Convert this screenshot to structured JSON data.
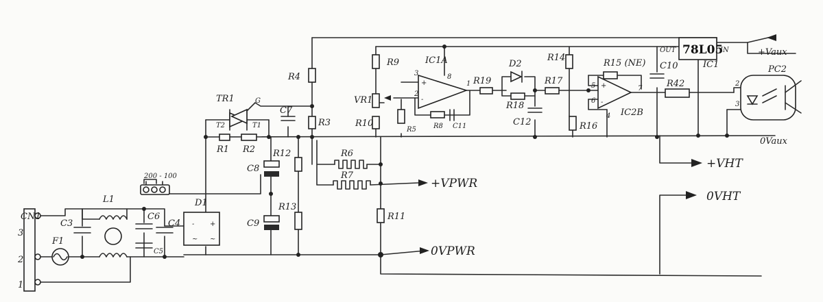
{
  "regulator": {
    "part": "78L05",
    "in_label": "IN",
    "out_label": "OUT",
    "ic_ref": "IC1"
  },
  "connector": {
    "ref": "CN1",
    "pins": [
      "3",
      "2",
      "1"
    ]
  },
  "jumper": {
    "label": "200 - 100"
  },
  "triac": {
    "ref": "TR1",
    "t1": "T1",
    "t2": "T2",
    "gate": "G"
  },
  "rectifier": {
    "ref": "D1"
  },
  "opamps": {
    "a": "IC1A",
    "b": "IC2B"
  },
  "optocoupler": {
    "ref": "PC2"
  },
  "resistors": {
    "r1": "R1",
    "r2": "R2",
    "r3": "R3",
    "r4": "R4",
    "r5": "R5",
    "r6": "R6",
    "r7": "R7",
    "r8": "R8",
    "r9": "R9",
    "r10": "R10",
    "r11": "R11",
    "r12": "R12",
    "r13": "R13",
    "r14": "R14",
    "r15": "R15 (NE)",
    "r16": "R16",
    "r17": "R17",
    "r18": "R18",
    "r19": "R19",
    "r42": "R42",
    "vr1": "VR1"
  },
  "capacitors": {
    "c3": "C3",
    "c4": "C4",
    "c5": "C5",
    "c6": "C6",
    "c7": "C7",
    "c8": "C8",
    "c9": "C9",
    "c10": "C10",
    "c11": "C11",
    "c12": "C12"
  },
  "misc": {
    "l1": "L1",
    "f1": "F1",
    "d2": "D2"
  },
  "pins": {
    "ic1a_3": "3",
    "ic1a_2": "2",
    "ic1a_8": "8",
    "ic1a_1": "1",
    "ic2b_5": "5",
    "ic2b_6": "6",
    "ic2b_7": "7",
    "ic2b_4": "4",
    "pc2_2": "2",
    "pc2_3": "3"
  },
  "rails": {
    "vaux_pos": "+Vaux",
    "vaux_zero": "0Vaux",
    "vpwr_pos": "+VPWR",
    "vpwr_zero": "0VPWR",
    "vht_pos": "+VHT",
    "vht_zero": "0VHT"
  },
  "rect_signs": {
    "minus": "-",
    "plus": "+",
    "tilde_a": "~",
    "tilde_b": "~"
  },
  "opamp_signs": {
    "plus": "+",
    "minus": "-"
  }
}
